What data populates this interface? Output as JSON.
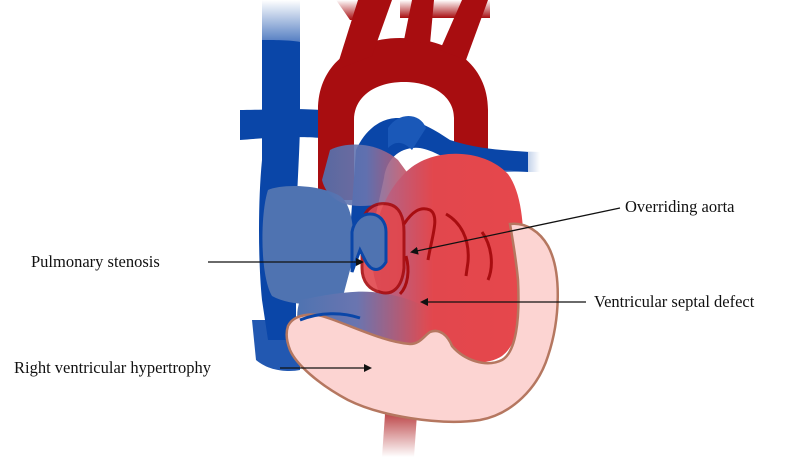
{
  "labels": {
    "overriding_aorta": "Overriding aorta",
    "pulmonary_stenosis": "Pulmonary stenosis",
    "ventricular_septal_defect": "Ventricular septal defect",
    "right_ventricular_hypertrophy": "Right ventricular hypertrophy"
  },
  "colors": {
    "oxygenated_red": "#a80d10",
    "deoxygenated_blue": "#0a46a8",
    "left_ventricle_red": "#e2474d",
    "right_ventricle_blue": "#4f73b1",
    "hypertrophy_pink": "#fcd4d2",
    "outline_brown": "#b57760"
  }
}
